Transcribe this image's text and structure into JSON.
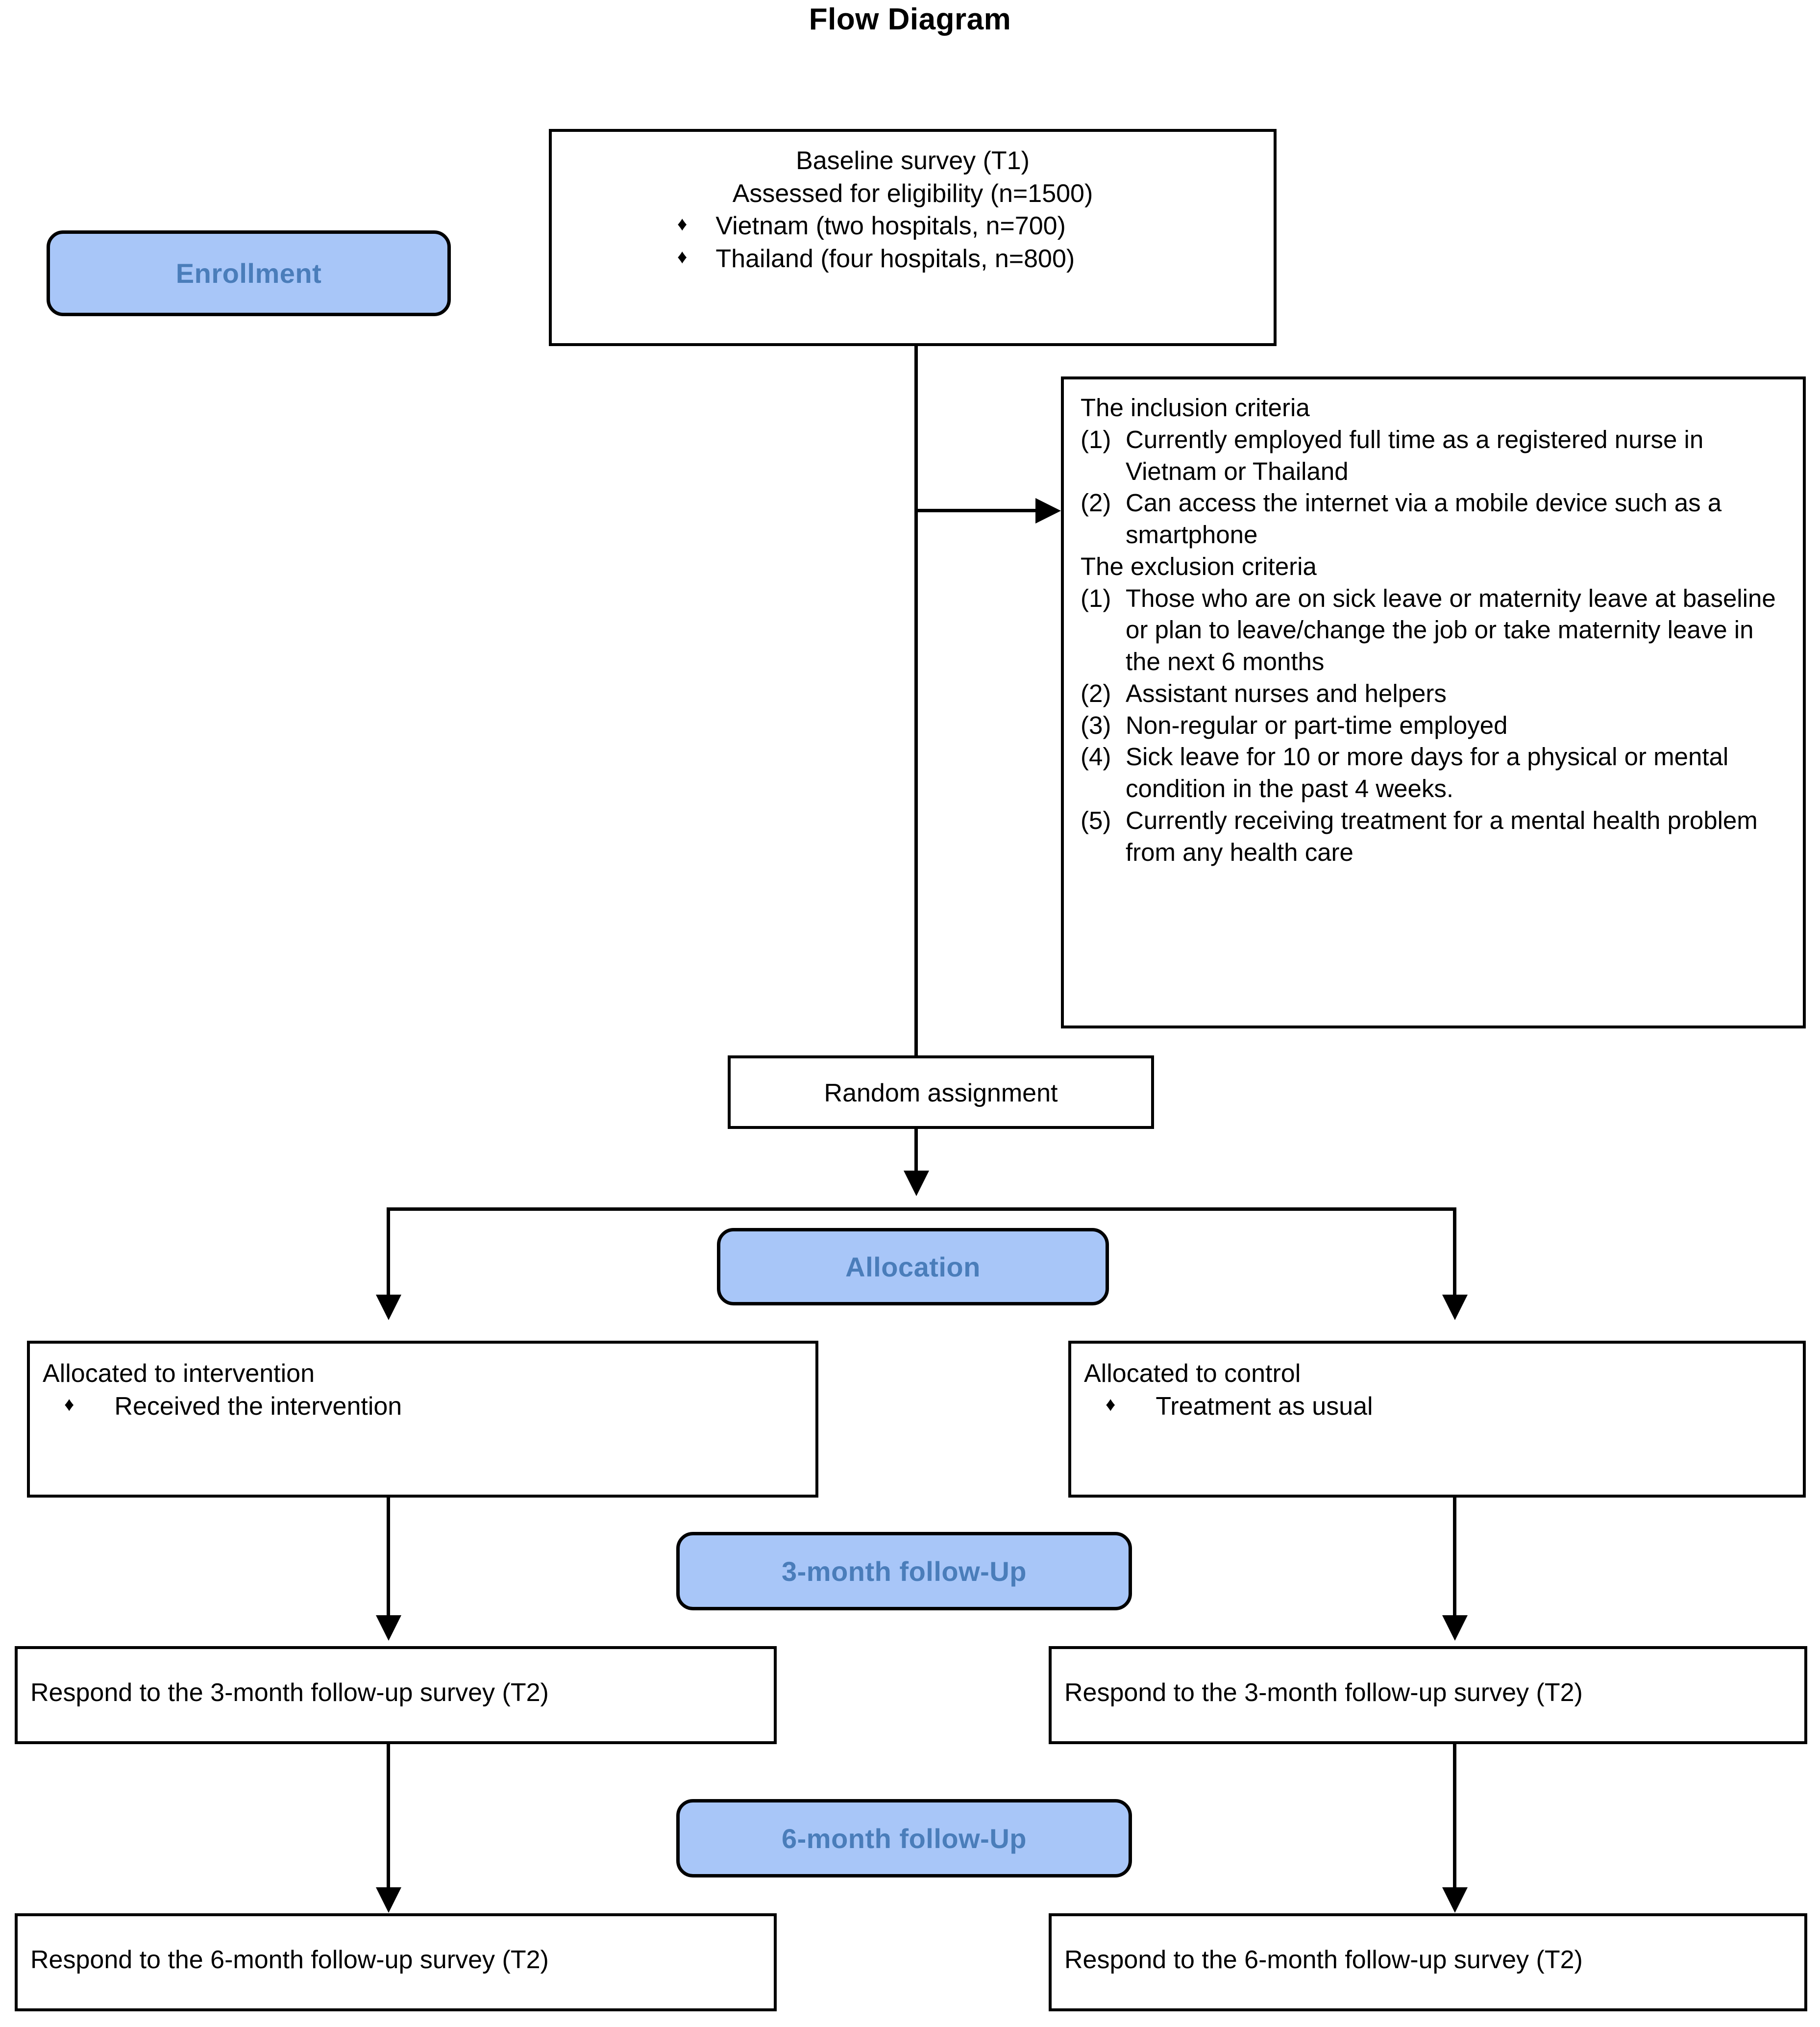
{
  "diagram": {
    "title": "Flow Diagram"
  },
  "stages": {
    "enrollment": "Enrollment",
    "allocation": "Allocation",
    "followup_3m": "3-month follow-Up",
    "followup_6m": "6-month follow-Up"
  },
  "baseline_box": {
    "line1": "Baseline survey (T1)",
    "line2": "Assessed for eligibility (n=1500)",
    "bullet_glyph": "♦",
    "bullets": [
      "Vietnam (two hospitals, n=700)",
      "Thailand (four hospitals, n=800)"
    ]
  },
  "criteria_box": {
    "inclusion_heading": "The inclusion criteria",
    "inclusion_items": [
      {
        "num": "(1)",
        "text": "Currently employed full time as a registered nurse in Vietnam or Thailand"
      },
      {
        "num": "(2)",
        "text": "Can access the internet via a mobile device such as a smartphone"
      }
    ],
    "exclusion_heading": "The exclusion criteria",
    "exclusion_items": [
      {
        "num": "(1)",
        "text": "Those who are on sick leave or maternity leave at baseline or plan to leave/change the job or take maternity leave in the next 6 months"
      },
      {
        "num": "(2)",
        "text": "Assistant nurses and helpers"
      },
      {
        "num": "(3)",
        "text": "Non-regular or part-time employed"
      },
      {
        "num": "(4)",
        "text": "Sick leave for 10 or more days for a physical or mental condition in the past 4 weeks."
      },
      {
        "num": "(5)",
        "text": "Currently receiving treatment for a mental health problem from any health care"
      }
    ]
  },
  "random_box": {
    "label": "Random assignment"
  },
  "intervention_box": {
    "heading": "Allocated to intervention",
    "bullet_glyph": "♦",
    "bullet": "Received the intervention"
  },
  "control_box": {
    "heading": "Allocated to control",
    "bullet_glyph": "♦",
    "bullet": "Treatment as usual"
  },
  "followups": {
    "intervention_3m": "Respond to the 3-month follow-up survey (T2)",
    "control_3m": "Respond to the 3-month follow-up survey (T2)",
    "intervention_6m": "Respond to the 6-month follow-up survey (T2)",
    "control_6m": "Respond to the 6-month follow-up survey (T2)"
  },
  "colors": {
    "stage_fill": "#A8C6F8",
    "stage_text": "#4A7DBA",
    "line": "#000000",
    "box_border": "#000000",
    "background": "#ffffff"
  }
}
